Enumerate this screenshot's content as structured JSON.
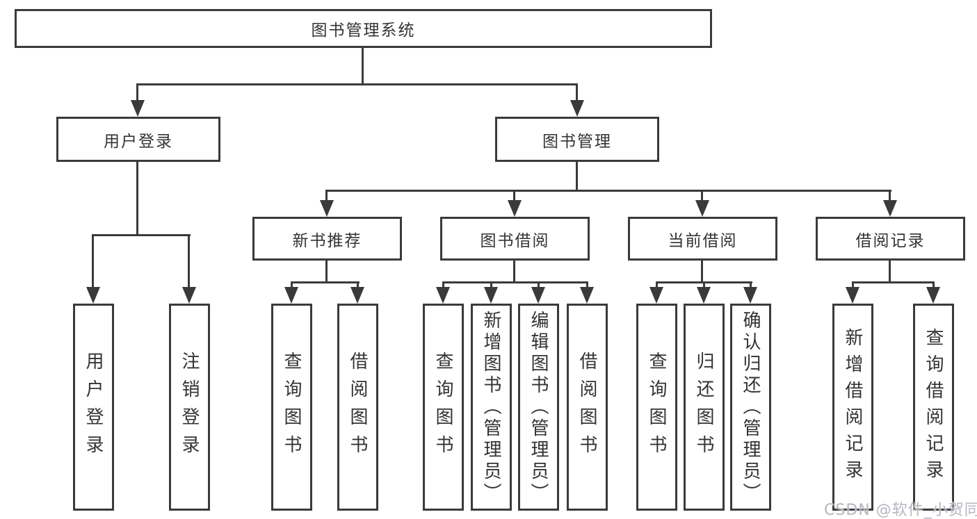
{
  "tree": {
    "root": "图书管理系统",
    "level2": [
      {
        "label": "用户登录"
      },
      {
        "label": "图书管理"
      }
    ],
    "level3": [
      {
        "label": "新书推荐"
      },
      {
        "label": "图书借阅"
      },
      {
        "label": "当前借阅"
      },
      {
        "label": "借阅记录"
      }
    ],
    "leaves": {
      "user_login": [
        "用户登录",
        "注销登录"
      ],
      "new_books": [
        "查询图书",
        "借阅图书"
      ],
      "book_borrow": [
        "查询图书",
        "新增图书（管理员）",
        "编辑图书（管理员）",
        "借阅图书"
      ],
      "current_borrow": [
        "查询图书",
        "归还图书",
        "确认归还（管理员）"
      ],
      "borrow_records": [
        "新增借阅记录",
        "查询借阅记录"
      ]
    }
  },
  "watermark": "CSDN @软件_小贺同学",
  "colors": {
    "line": "#3a3a3a",
    "text": "#333333",
    "background": "#ffffff",
    "watermark": "#b3b7c2"
  }
}
